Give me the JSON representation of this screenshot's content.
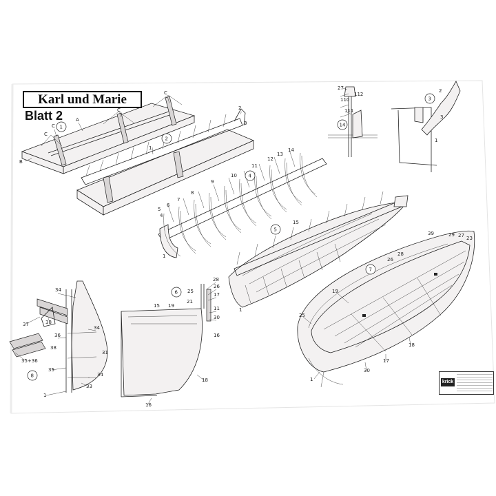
{
  "sheet": {
    "title": "Karl und Marie",
    "subtitle": "Blatt 2"
  },
  "brand": {
    "logo_text": "krick"
  },
  "figures": {
    "step_numbers": [
      "1",
      "2",
      "3",
      "4",
      "5",
      "6",
      "7",
      "8",
      "14"
    ],
    "part_labels": {
      "fig1": [
        "C",
        "C",
        "C",
        "A",
        "C",
        "B"
      ],
      "fig2": [
        "1",
        "2",
        "3"
      ],
      "fig3": [
        "2",
        "3",
        "1"
      ],
      "fig14": [
        "27",
        "112",
        "110",
        "111"
      ],
      "fig4": [
        "14",
        "13",
        "12",
        "11",
        "10",
        "9",
        "8",
        "7",
        "6",
        "5",
        "4",
        "1"
      ],
      "fig5": [
        "15",
        "1"
      ],
      "fig6": [
        "15",
        "19",
        "25",
        "21",
        "28",
        "26",
        "17",
        "11",
        "30",
        "16",
        "18",
        "16"
      ],
      "fig7": [
        "39",
        "29",
        "27",
        "23",
        "26",
        "28",
        "19",
        "25",
        "17",
        "18",
        "30",
        "1"
      ],
      "fig8": [
        "34",
        "37",
        "38",
        "36",
        "38",
        "35+36",
        "35",
        "34",
        "31",
        "34",
        "33",
        "1"
      ]
    }
  },
  "colors": {
    "paper": "#ffffff",
    "ink": "#222222"
  }
}
